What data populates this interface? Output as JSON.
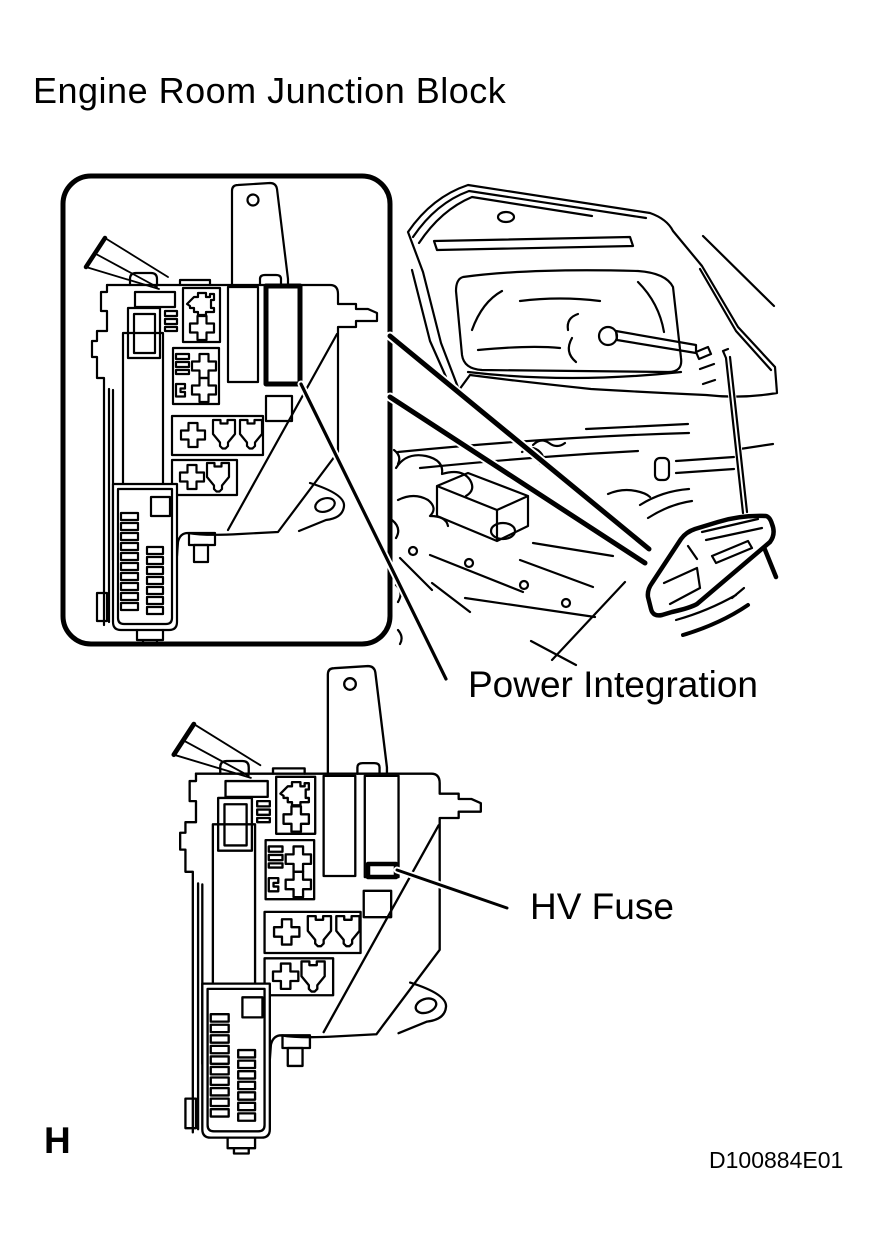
{
  "document": {
    "title": "Engine Room Junction Block",
    "page_letter": "H",
    "figure_code": "D100884E01"
  },
  "callouts": {
    "power_integration": "Power Integration",
    "hv_fuse": "HV Fuse"
  },
  "colors": {
    "ink": "#000000",
    "paper": "#ffffff"
  }
}
